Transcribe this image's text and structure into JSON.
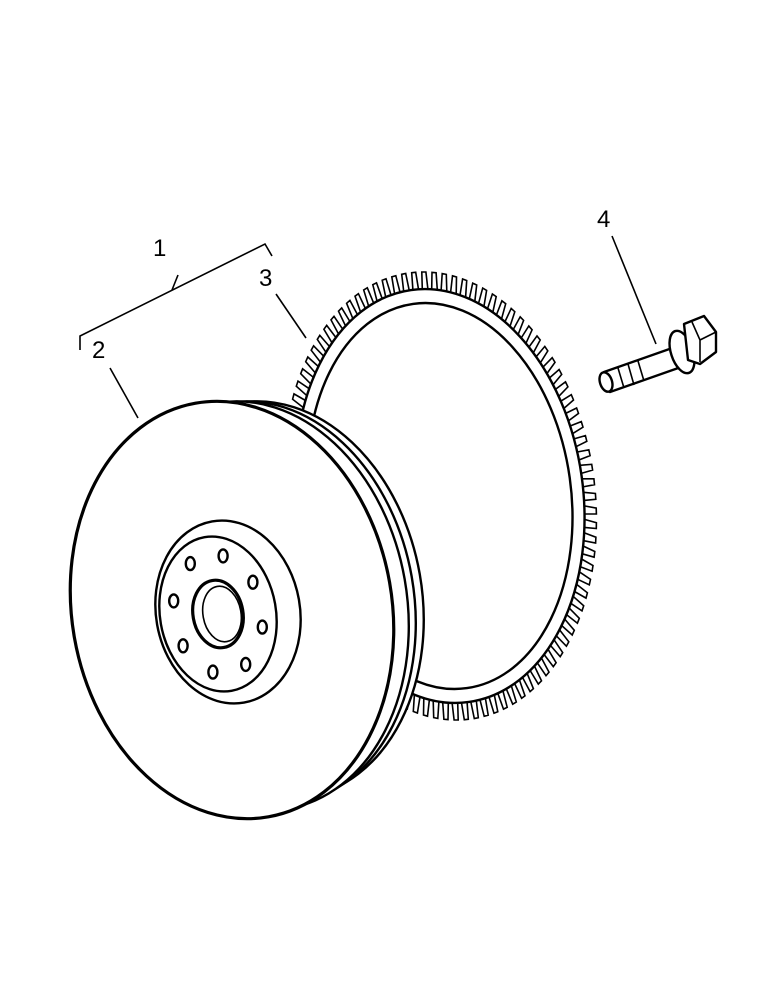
{
  "callouts": {
    "item1": "1",
    "item2": "2",
    "item3": "3",
    "item4": "4"
  },
  "colors": {
    "ink": "#000000",
    "paper": "#ffffff"
  }
}
